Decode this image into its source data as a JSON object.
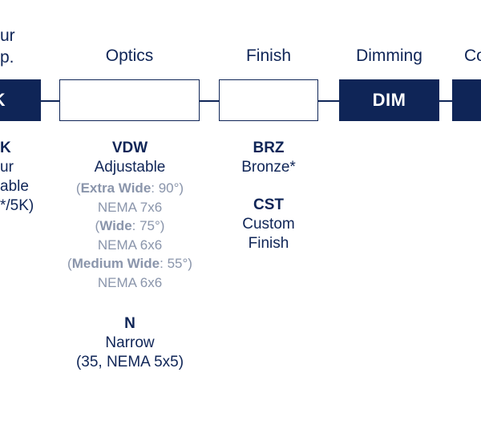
{
  "colors": {
    "navy": "#0f2557",
    "gray": "#8a95ab"
  },
  "headers": {
    "colour_temp_line1": "ur",
    "colour_temp_line2": "p.",
    "optics": "Optics",
    "finish": "Finish",
    "dimming": "Dimming",
    "next": "Co"
  },
  "boxes": {
    "colour_temp": "K",
    "optics": "",
    "finish": "",
    "dimming": "DIM",
    "next": ""
  },
  "colour_temp_column": [
    "K",
    "ur",
    "able",
    "*/5K)"
  ],
  "optics_column": {
    "vdw": {
      "code": "VDW",
      "name": "Adjustable",
      "options": [
        {
          "open": "(",
          "label": "Extra Wide",
          "spec": ": 90°)",
          "nema": "NEMA 7x6"
        },
        {
          "open": "(",
          "label": "Wide",
          "spec": ": 75°)",
          "nema": "NEMA 6x6"
        },
        {
          "open": "(",
          "label": "Medium Wide",
          "spec": ": 55°)",
          "nema": "NEMA 6x6"
        }
      ]
    },
    "n": {
      "code": "N",
      "name": "Narrow",
      "detail": "(35, NEMA 5x5)"
    }
  },
  "finish_column": {
    "brz": {
      "code": "BRZ",
      "name": "Bronze*"
    },
    "cst": {
      "code": "CST",
      "name_line1": "Custom",
      "name_line2": "Finish"
    }
  }
}
